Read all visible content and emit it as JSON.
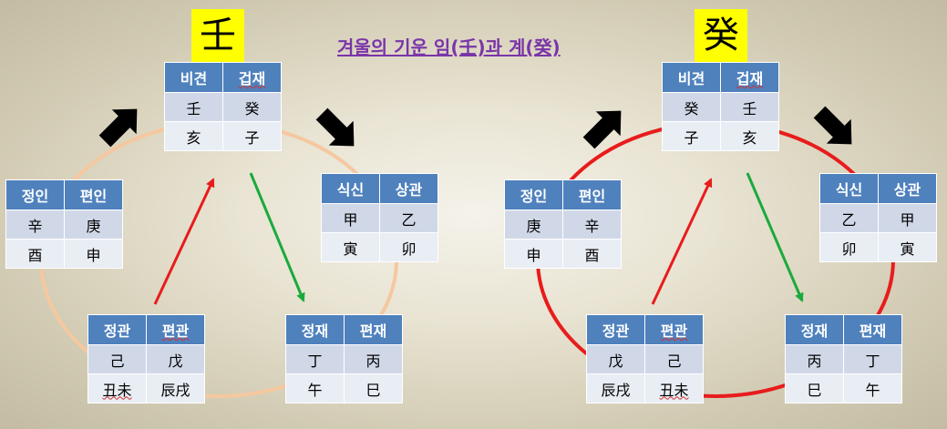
{
  "title": "겨울의 기운 임(壬)과 계(癸)",
  "left": {
    "stem": "壬",
    "top": {
      "h1": "비견",
      "h2": "겁재",
      "a1": "壬",
      "a2": "癸",
      "b1": "亥",
      "b2": "子"
    },
    "left": {
      "h1": "정인",
      "h2": "편인",
      "a1": "辛",
      "a2": "庚",
      "b1": "酉",
      "b2": "申"
    },
    "right": {
      "h1": "식신",
      "h2": "상관",
      "a1": "甲",
      "a2": "乙",
      "b1": "寅",
      "b2": "卯"
    },
    "bottomL": {
      "h1": "정관",
      "h2": "편관",
      "a1": "己",
      "a2": "戊",
      "b1": "丑未",
      "b2": "辰戌"
    },
    "bottomR": {
      "h1": "정재",
      "h2": "편재",
      "a1": "丁",
      "a2": "丙",
      "b1": "午",
      "b2": "巳"
    }
  },
  "right": {
    "stem": "癸",
    "top": {
      "h1": "비견",
      "h2": "겁재",
      "a1": "癸",
      "a2": "壬",
      "b1": "子",
      "b2": "亥"
    },
    "left": {
      "h1": "정인",
      "h2": "편인",
      "a1": "庚",
      "a2": "辛",
      "b1": "申",
      "b2": "酉"
    },
    "right": {
      "h1": "식신",
      "h2": "상관",
      "a1": "乙",
      "a2": "甲",
      "b1": "卯",
      "b2": "寅"
    },
    "bottomL": {
      "h1": "정관",
      "h2": "편관",
      "a1": "戊",
      "a2": "己",
      "b1": "辰戌",
      "b2": "丑未"
    },
    "bottomR": {
      "h1": "정재",
      "h2": "편재",
      "a1": "丙",
      "a2": "丁",
      "b1": "巳",
      "b2": "午"
    }
  },
  "colors": {
    "left_circle": "#f5c8a0",
    "right_circle": "#e81c1c",
    "red_arrow": "#e81c1c",
    "green_arrow": "#1aaa3c",
    "header_blue": "#4f81bd",
    "stem_box": "#ffff00",
    "title": "#7a35a8"
  }
}
